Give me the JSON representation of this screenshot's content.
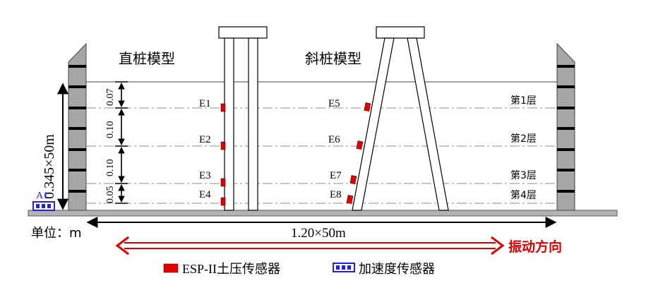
{
  "titles": {
    "vertical_model": "直桩模型",
    "inclined_model": "斜桩模型"
  },
  "sensors": {
    "vertical": [
      "E1",
      "E2",
      "E3",
      "E4"
    ],
    "inclined": [
      "E5",
      "E6",
      "E7",
      "E8"
    ]
  },
  "layers": [
    "第1层",
    "第2层",
    "第3层",
    "第4层"
  ],
  "depth_labels": [
    "0.07",
    "0.10",
    "0.10",
    "0.05"
  ],
  "height_label": "0.345×50m",
  "width_label": "1.20×50m",
  "unit_label": "单位：m",
  "accelerometer_label": "A1",
  "direction_label": "振动方向",
  "legend": {
    "pressure": "ESP-II土压传感器",
    "accel": "加速度传感器"
  },
  "colors": {
    "sensor_red": "#e00000",
    "accel_blue": "#2222dd",
    "arrow_red": "#e00000",
    "wall_gray": "#a6a6a6",
    "layer_line": "#8c8c8c"
  }
}
